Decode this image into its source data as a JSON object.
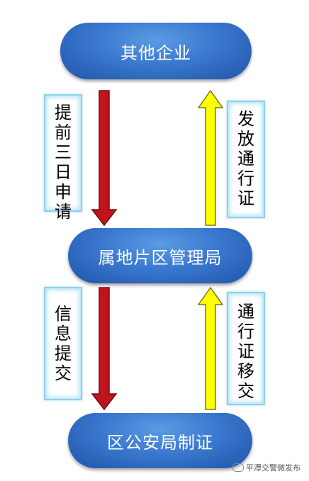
{
  "nodes": {
    "top": "其他企业",
    "middle": "属地片区管理局",
    "bottom": "区公安局制证"
  },
  "labels": {
    "submit_early": [
      "提",
      "前",
      "三",
      "日",
      "申",
      "请"
    ],
    "issue_permit": [
      "发",
      "放",
      "通",
      "行",
      "证"
    ],
    "submit_info": [
      "信",
      "息",
      "提",
      "交"
    ],
    "transfer_permit": [
      "通",
      "行",
      "证",
      "移",
      "交"
    ]
  },
  "colors": {
    "node_blue": "#3a78cf",
    "down_arrow": "#c0141c",
    "up_arrow": "#ffff00",
    "label_border": "#8fd0ef"
  },
  "watermark": "平潭交警微发布"
}
